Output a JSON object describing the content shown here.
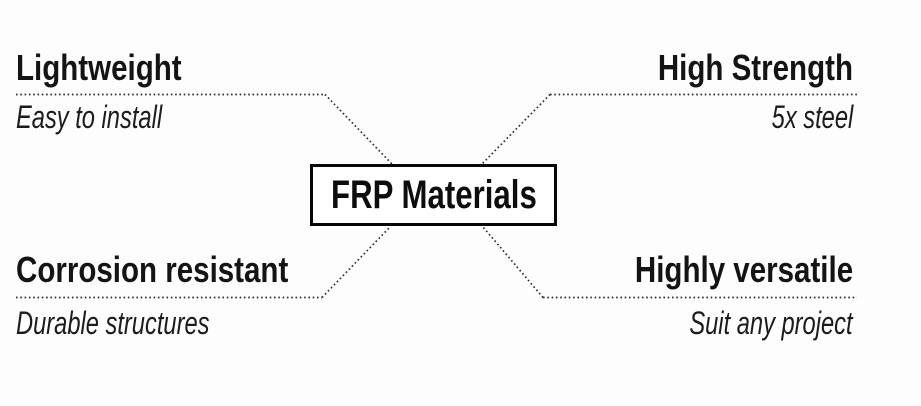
{
  "diagram": {
    "center": {
      "label": "FRP Materials"
    },
    "features": [
      {
        "position": "top-left",
        "title": "Lightweight",
        "subtitle": "Easy to install"
      },
      {
        "position": "top-right",
        "title": "High Strength",
        "subtitle": "5x steel"
      },
      {
        "position": "bottom-left",
        "title": "Corrosion resistant",
        "subtitle": "Durable structures"
      },
      {
        "position": "bottom-right",
        "title": "Highly versatile",
        "subtitle": "Suit any project"
      }
    ],
    "colors": {
      "background": "#fdfdfd",
      "text": "#141414",
      "connector_line": "#2b2b2b",
      "box_border": "#070707"
    },
    "connector_style": "dotted"
  }
}
